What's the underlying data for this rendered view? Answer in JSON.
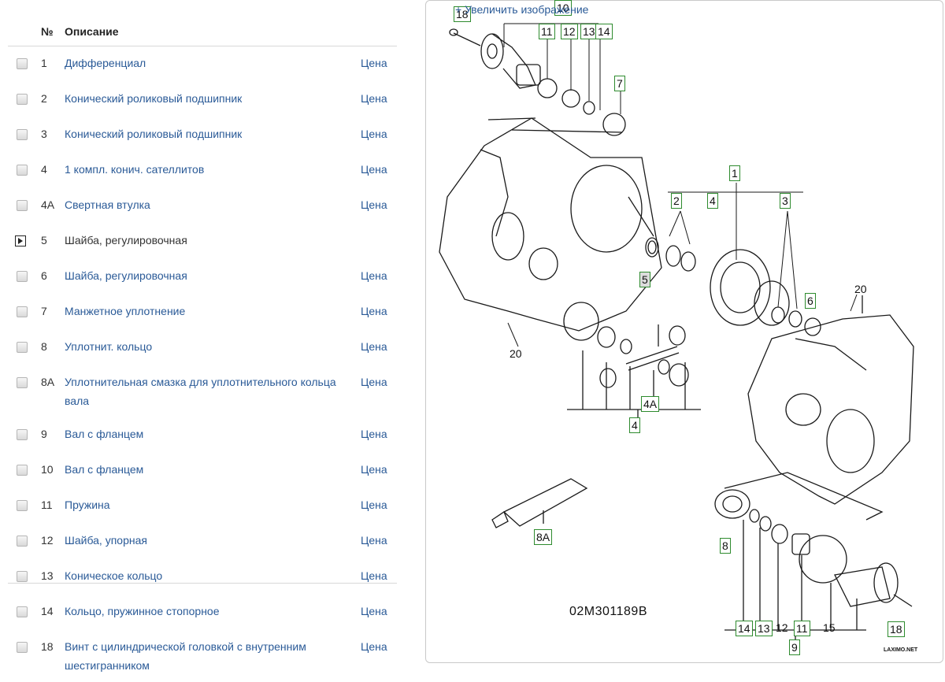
{
  "table": {
    "headers": {
      "num": "№",
      "desc": "Описание"
    },
    "rows": [
      {
        "num": "1",
        "desc": "Дифференциал",
        "price": "Цена"
      },
      {
        "num": "2",
        "desc": "Конический роликовый подшипник",
        "price": "Цена"
      },
      {
        "num": "3",
        "desc": "Конический роликовый подшипник",
        "price": "Цена"
      },
      {
        "num": "4",
        "desc": "1 компл. конич. сателлитов",
        "price": "Цена"
      },
      {
        "num": "4A",
        "desc": "Свертная втулка",
        "price": "Цена"
      },
      {
        "num": "5",
        "desc": "Шайба, регулировочная",
        "price": "",
        "selected": true
      },
      {
        "num": "6",
        "desc": "Шайба, регулировочная",
        "price": "Цена"
      },
      {
        "num": "7",
        "desc": "Манжетное уплотнение",
        "price": "Цена"
      },
      {
        "num": "8",
        "desc": "Уплотнит. кольцо",
        "price": "Цена"
      },
      {
        "num": "8A",
        "desc": "Уплотнительная смазка для уплотнительного кольца вала",
        "price": "Цена"
      },
      {
        "num": "9",
        "desc": "Вал с фланцем",
        "price": "Цена"
      },
      {
        "num": "10",
        "desc": "Вал с фланцем",
        "price": "Цена"
      },
      {
        "num": "11",
        "desc": "Пружина",
        "price": "Цена"
      },
      {
        "num": "12",
        "desc": "Шайба, упорная",
        "price": "Цена"
      },
      {
        "num": "13",
        "desc": "Коническое кольцо",
        "price": "Цена"
      },
      {
        "num": "14",
        "desc": "Кольцо, пружинное стопорное",
        "price": "Цена"
      },
      {
        "num": "18",
        "desc": "Винт с цилиндрической головкой с внутренним шестигранником",
        "price": "Цена"
      }
    ]
  },
  "diagram": {
    "zoom_link": "+ Увеличить изображение",
    "part_number": "02M301189B",
    "watermark": "LAXIMO.NET",
    "callouts": [
      "18",
      "10",
      "11",
      "12",
      "13",
      "14",
      "7",
      "1",
      "2",
      "4",
      "3",
      "5",
      "6",
      "20",
      "20",
      "4A",
      "4",
      "8A",
      "8",
      "14",
      "13",
      "12",
      "11",
      "15",
      "18",
      "9"
    ],
    "highlighted": "5"
  }
}
